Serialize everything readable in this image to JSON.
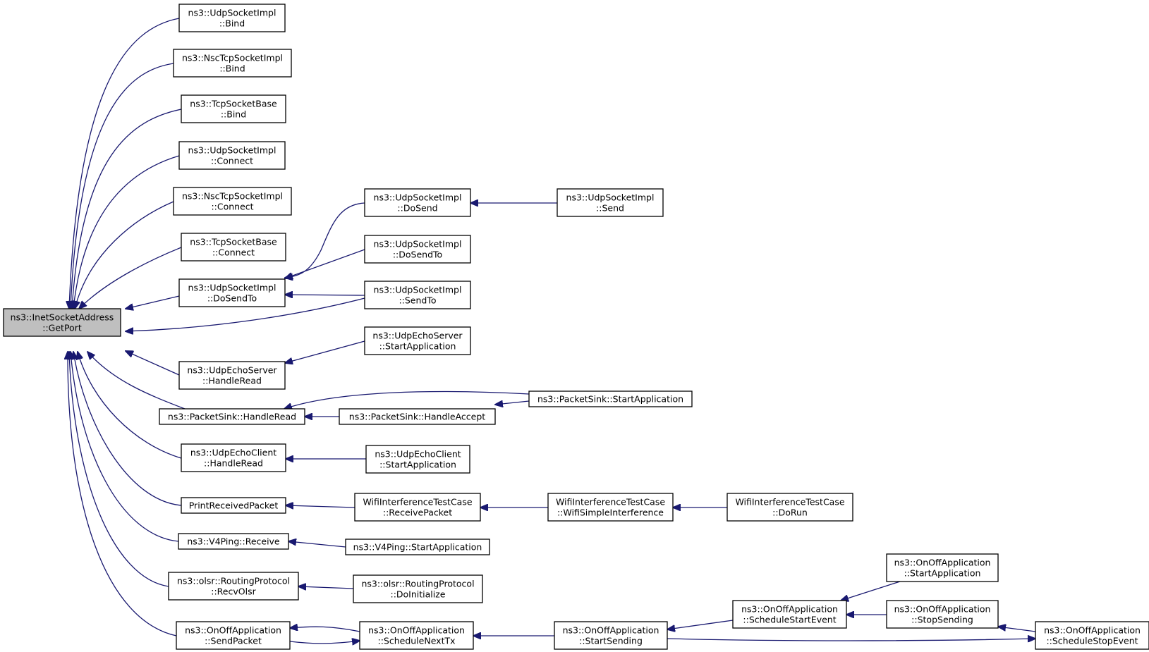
{
  "colors": {
    "edge": "#191970",
    "root_fill": "#bfbfbf",
    "node_fill": "#ffffff",
    "border": "#000000"
  },
  "nodes": [
    {
      "id": "getport",
      "lines": [
        "ns3::InetSocketAddress",
        "::GetPort"
      ],
      "root": true
    },
    {
      "id": "udp_bind",
      "lines": [
        "ns3::UdpSocketImpl",
        "::Bind"
      ]
    },
    {
      "id": "nsc_bind",
      "lines": [
        "ns3::NscTcpSocketImpl",
        "::Bind"
      ]
    },
    {
      "id": "tcp_bind",
      "lines": [
        "ns3::TcpSocketBase",
        "::Bind"
      ]
    },
    {
      "id": "udp_connect",
      "lines": [
        "ns3::UdpSocketImpl",
        "::Connect"
      ]
    },
    {
      "id": "nsc_connect",
      "lines": [
        "ns3::NscTcpSocketImpl",
        "::Connect"
      ]
    },
    {
      "id": "tcp_connect",
      "lines": [
        "ns3::TcpSocketBase",
        "::Connect"
      ]
    },
    {
      "id": "udp_dosendto_l",
      "lines": [
        "ns3::UdpSocketImpl",
        "::DoSendTo"
      ]
    },
    {
      "id": "echo_server_read",
      "lines": [
        "ns3::UdpEchoServer",
        "::HandleRead"
      ]
    },
    {
      "id": "sink_read",
      "lines": [
        "ns3::PacketSink::HandleRead"
      ]
    },
    {
      "id": "echo_client_read",
      "lines": [
        "ns3::UdpEchoClient",
        "::HandleRead"
      ]
    },
    {
      "id": "print_received",
      "lines": [
        "PrintReceivedPacket"
      ]
    },
    {
      "id": "v4ping_receive",
      "lines": [
        "ns3::V4Ping::Receive"
      ]
    },
    {
      "id": "olsr_recv",
      "lines": [
        "ns3::olsr::RoutingProtocol",
        "::RecvOlsr"
      ]
    },
    {
      "id": "onoff_sendpacket",
      "lines": [
        "ns3::OnOffApplication",
        "::SendPacket"
      ]
    },
    {
      "id": "udp_dosend",
      "lines": [
        "ns3::UdpSocketImpl",
        "::DoSend"
      ]
    },
    {
      "id": "udp_dosendto_r",
      "lines": [
        "ns3::UdpSocketImpl",
        "::DoSendTo"
      ]
    },
    {
      "id": "udp_sendto",
      "lines": [
        "ns3::UdpSocketImpl",
        "::SendTo"
      ]
    },
    {
      "id": "echo_server_start",
      "lines": [
        "ns3::UdpEchoServer",
        "::StartApplication"
      ]
    },
    {
      "id": "sink_accept",
      "lines": [
        "ns3::PacketSink::HandleAccept"
      ]
    },
    {
      "id": "echo_client_start",
      "lines": [
        "ns3::UdpEchoClient",
        "::StartApplication"
      ]
    },
    {
      "id": "wifi_receive",
      "lines": [
        "WifiInterferenceTestCase",
        "::ReceivePacket"
      ]
    },
    {
      "id": "v4ping_start",
      "lines": [
        "ns3::V4Ping::StartApplication"
      ]
    },
    {
      "id": "olsr_init",
      "lines": [
        "ns3::olsr::RoutingProtocol",
        "::DoInitialize"
      ]
    },
    {
      "id": "onoff_nexttx",
      "lines": [
        "ns3::OnOffApplication",
        "::ScheduleNextTx"
      ]
    },
    {
      "id": "udp_send",
      "lines": [
        "ns3::UdpSocketImpl",
        "::Send"
      ]
    },
    {
      "id": "sink_start",
      "lines": [
        "ns3::PacketSink::StartApplication"
      ]
    },
    {
      "id": "wifi_simple",
      "lines": [
        "WifiInterferenceTestCase",
        "::WifiSimpleInterference"
      ]
    },
    {
      "id": "onoff_startsending",
      "lines": [
        "ns3::OnOffApplication",
        "::StartSending"
      ]
    },
    {
      "id": "wifi_dorun",
      "lines": [
        "WifiInterferenceTestCase",
        "::DoRun"
      ]
    },
    {
      "id": "onoff_schedstart",
      "lines": [
        "ns3::OnOffApplication",
        "::ScheduleStartEvent"
      ]
    },
    {
      "id": "onoff_startapp",
      "lines": [
        "ns3::OnOffApplication",
        "::StartApplication"
      ]
    },
    {
      "id": "onoff_stopsending",
      "lines": [
        "ns3::OnOffApplication",
        "::StopSending"
      ]
    },
    {
      "id": "onoff_schedstop",
      "lines": [
        "ns3::OnOffApplication",
        "::ScheduleStopEvent"
      ]
    }
  ],
  "edges": [
    {
      "from": "udp_bind",
      "to": "getport"
    },
    {
      "from": "nsc_bind",
      "to": "getport"
    },
    {
      "from": "tcp_bind",
      "to": "getport"
    },
    {
      "from": "udp_connect",
      "to": "getport"
    },
    {
      "from": "nsc_connect",
      "to": "getport"
    },
    {
      "from": "tcp_connect",
      "to": "getport"
    },
    {
      "from": "udp_dosendto_l",
      "to": "getport"
    },
    {
      "from": "udp_sendto",
      "to": "getport"
    },
    {
      "from": "echo_server_read",
      "to": "getport"
    },
    {
      "from": "sink_read",
      "to": "getport"
    },
    {
      "from": "echo_client_read",
      "to": "getport"
    },
    {
      "from": "print_received",
      "to": "getport"
    },
    {
      "from": "v4ping_receive",
      "to": "getport"
    },
    {
      "from": "olsr_recv",
      "to": "getport"
    },
    {
      "from": "onoff_sendpacket",
      "to": "getport"
    },
    {
      "from": "udp_dosend",
      "to": "udp_dosendto_l"
    },
    {
      "from": "udp_dosendto_r",
      "to": "udp_dosendto_l"
    },
    {
      "from": "udp_sendto",
      "to": "udp_dosendto_l"
    },
    {
      "from": "udp_send",
      "to": "udp_dosend"
    },
    {
      "from": "echo_server_start",
      "to": "echo_server_read"
    },
    {
      "from": "sink_start",
      "to": "sink_read"
    },
    {
      "from": "sink_accept",
      "to": "sink_read"
    },
    {
      "from": "sink_start",
      "to": "sink_accept"
    },
    {
      "from": "echo_client_start",
      "to": "echo_client_read"
    },
    {
      "from": "wifi_receive",
      "to": "print_received"
    },
    {
      "from": "wifi_simple",
      "to": "wifi_receive"
    },
    {
      "from": "wifi_dorun",
      "to": "wifi_simple"
    },
    {
      "from": "v4ping_start",
      "to": "v4ping_receive"
    },
    {
      "from": "olsr_init",
      "to": "olsr_recv"
    },
    {
      "from": "onoff_nexttx",
      "to": "onoff_sendpacket"
    },
    {
      "from": "onoff_sendpacket",
      "to": "onoff_nexttx"
    },
    {
      "from": "onoff_startsending",
      "to": "onoff_nexttx"
    },
    {
      "from": "onoff_schedstart",
      "to": "onoff_startsending"
    },
    {
      "from": "onoff_startapp",
      "to": "onoff_schedstart"
    },
    {
      "from": "onoff_stopsending",
      "to": "onoff_schedstart"
    },
    {
      "from": "onoff_schedstop",
      "to": "onoff_stopsending"
    },
    {
      "from": "onoff_startsending",
      "to": "onoff_schedstop"
    }
  ]
}
